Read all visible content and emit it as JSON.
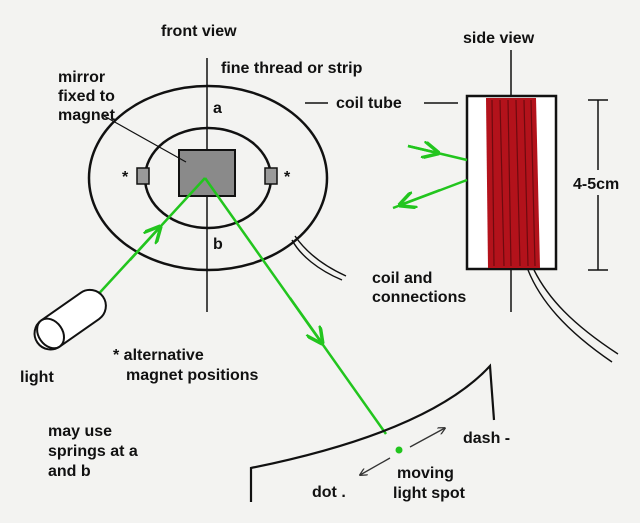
{
  "labels": {
    "front_view": "front view",
    "side_view": "side view",
    "fine_thread": "fine thread or strip",
    "mirror_line1": "mirror",
    "mirror_line2": "fixed to",
    "mirror_line3": "magnet",
    "coil_tube": "coil tube",
    "point_a": "a",
    "point_b": "b",
    "alt_marker_left": "*",
    "alt_marker_right": "*",
    "dimension": "4-5cm",
    "coil_connections_line1": "coil and",
    "coil_connections_line2": "connections",
    "light": "light",
    "alt_positions_line1": "* alternative",
    "alt_positions_line2": "magnet positions",
    "springs_line1": "may use",
    "springs_line2": "springs at a",
    "springs_line3": "and b",
    "dash": "dash -",
    "dot": "dot .",
    "spot_line1": "moving",
    "spot_line2": "light spot"
  },
  "colors": {
    "beam": "#22c51e",
    "coil": "#b3121b",
    "coil_dark": "#6e0a0f",
    "ink": "#111111",
    "mirror": "#8a8a8a"
  }
}
